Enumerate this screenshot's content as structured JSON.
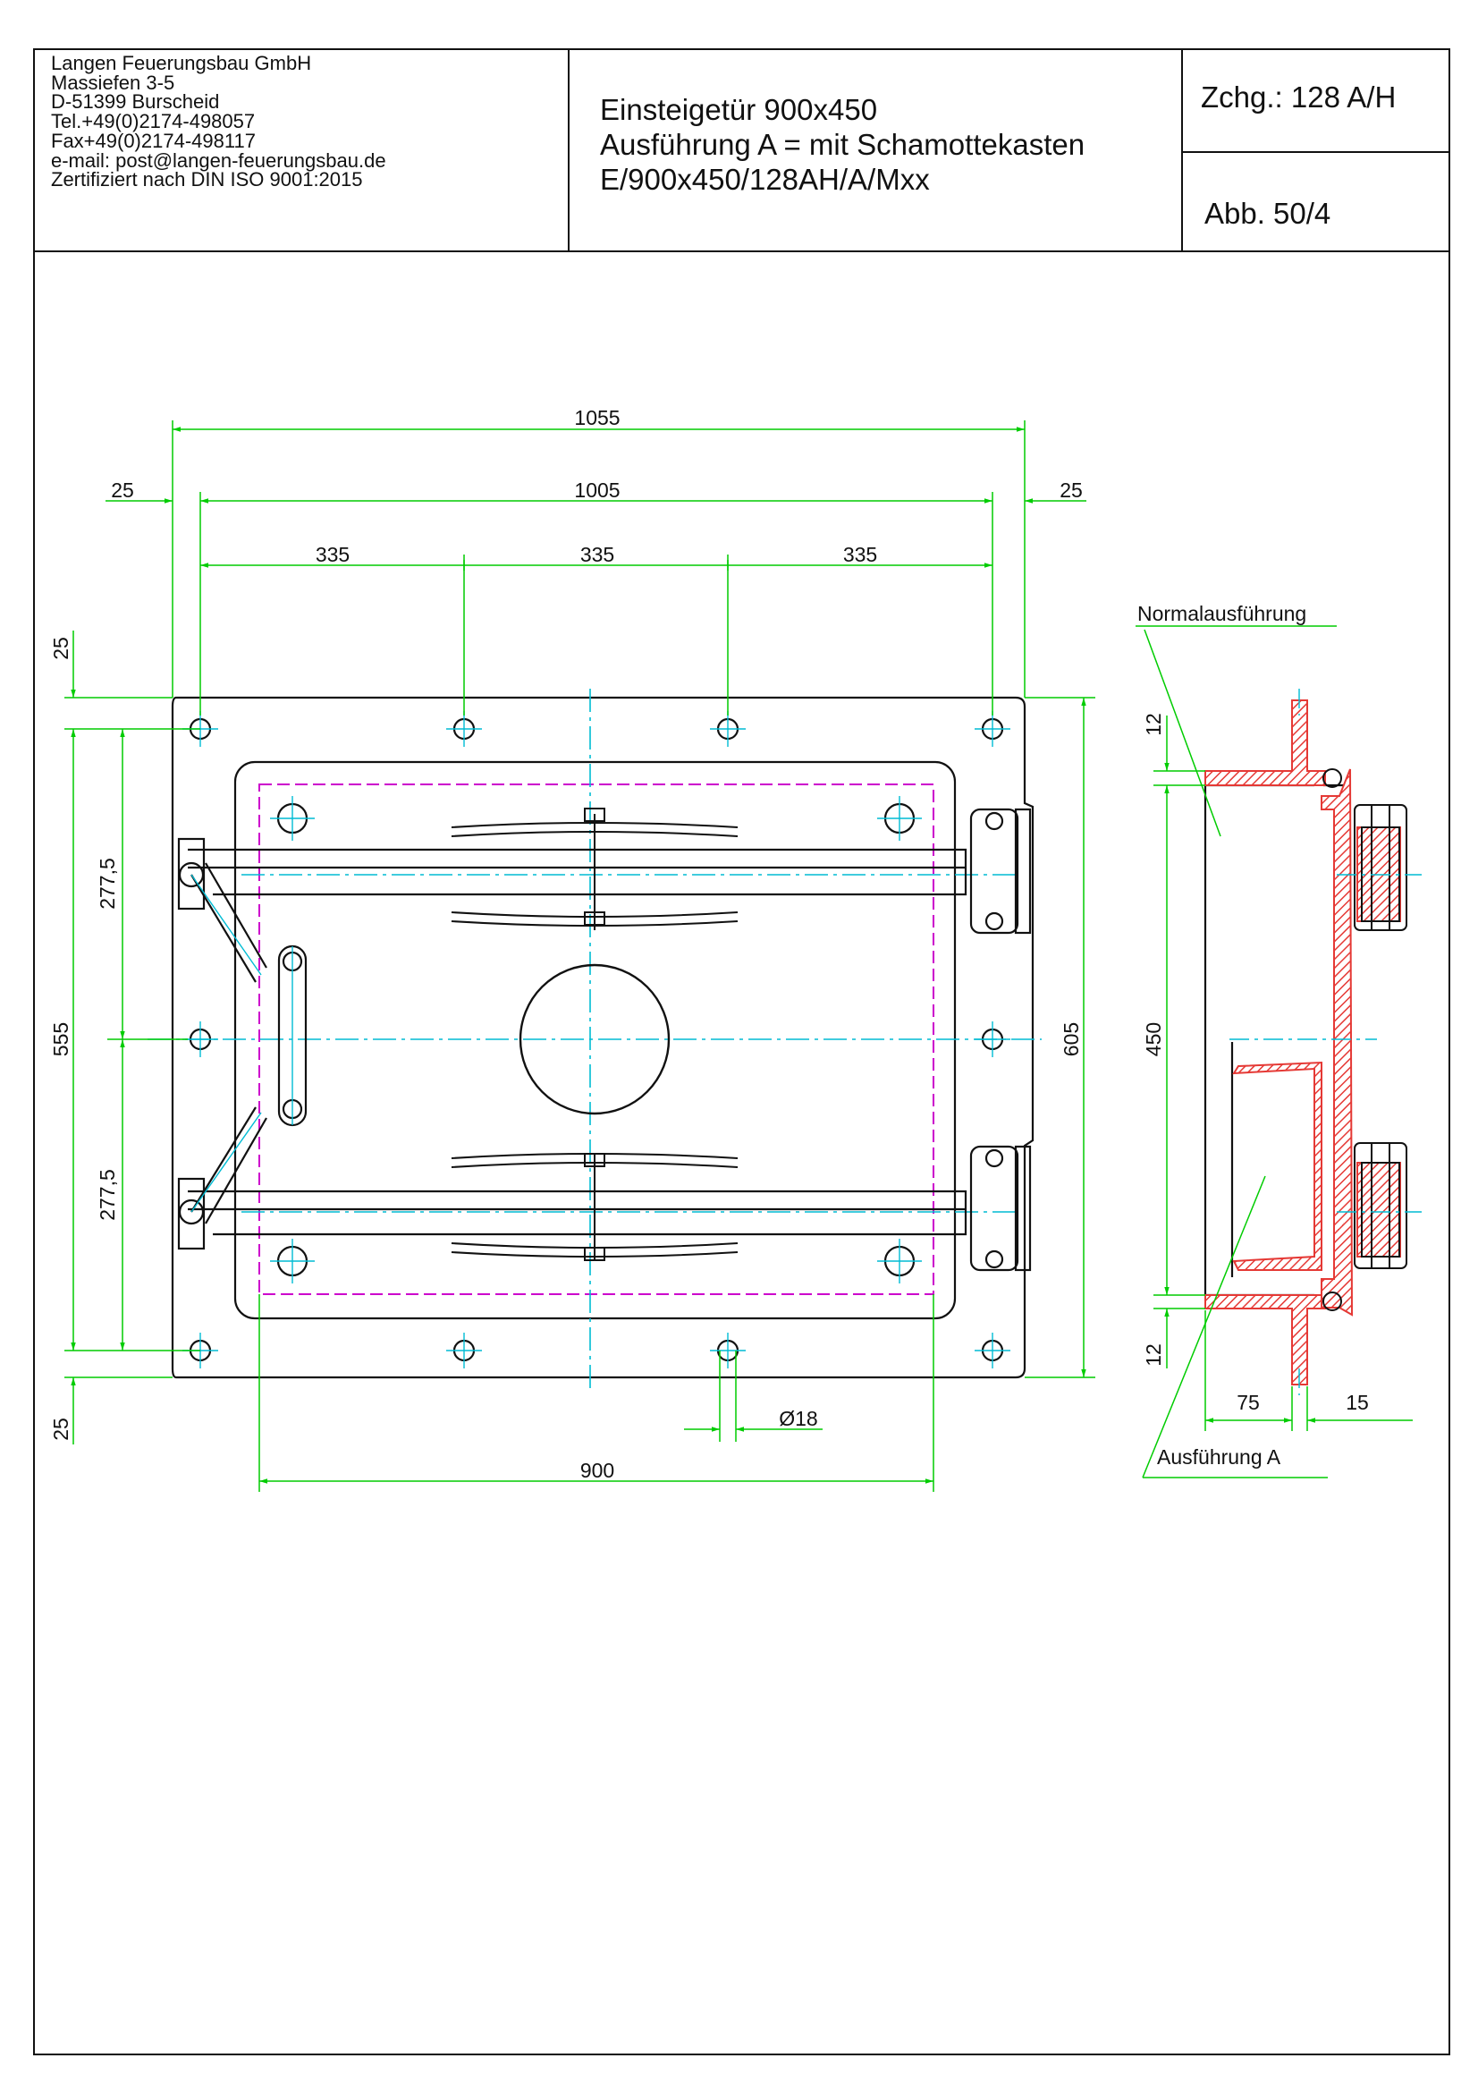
{
  "company": {
    "lines": [
      "Langen Feuerungsbau GmbH",
      "Massiefen 3-5",
      "D-51399 Burscheid",
      "Tel.+49(0)2174-498057",
      "Fax+49(0)2174-498117",
      "e-mail: post@langen-feuerungsbau.de",
      "Zertifiziert nach DIN ISO 9001:2015"
    ]
  },
  "title": {
    "line1": "Einsteigetür 900x450",
    "line2": "Ausführung A = mit Schamottekasten",
    "line3": "E/900x450/128AH/A/Mxx"
  },
  "drawing_no": "Zchg.: 128 A/H",
  "figure_no": "Abb. 50/4",
  "dimensions": {
    "overall_width": "1055",
    "hole_span": "1005",
    "edge_left": "25",
    "edge_right": "25",
    "pitch": [
      "335",
      "335",
      "335"
    ],
    "opening_width": "900",
    "hole_dia": "Ø18",
    "edge_top": "25",
    "edge_bottom": "25",
    "half_height_top": "277,5",
    "half_height_bottom": "277,5",
    "hole_span_vertical": "555",
    "overall_height": "605",
    "side_opening": "450",
    "side_top": "12",
    "side_bottom": "12",
    "side_depth": "75",
    "side_flange": "15"
  },
  "labels": {
    "normal": "Normalausführung",
    "version_a": "Ausführung A"
  },
  "colors": {
    "line": "#111111",
    "dimension": "#00cc00",
    "centerline": "#00bcd4",
    "hidden": "#cc00cc",
    "section": "#e53935"
  }
}
